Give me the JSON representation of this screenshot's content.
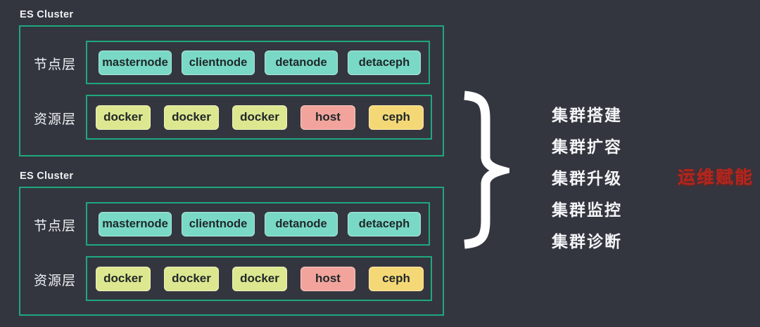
{
  "canvas": {
    "background": "#34363f",
    "frame_border_color": "#1ea87e",
    "brace_color": "#ffffff"
  },
  "colors": {
    "node_chip": "#79d9c6",
    "docker_chip": "#dde78f",
    "host_chip": "#f2a49c",
    "ceph_chip": "#f5d876",
    "chip_text": "#20282a",
    "label_text": "#eef1f3",
    "annotation_red": "#b5261d"
  },
  "clusters": [
    {
      "title": "ES Cluster",
      "node_layer": {
        "label": "节点层",
        "chips": [
          "masternode",
          "clientnode",
          "detanode",
          "detaceph"
        ]
      },
      "resource_layer": {
        "label": "资源层",
        "chips": [
          "docker",
          "docker",
          "docker",
          "host",
          "ceph"
        ]
      }
    },
    {
      "title": "ES Cluster",
      "node_layer": {
        "label": "节点层",
        "chips": [
          "masternode",
          "clientnode",
          "detanode",
          "detaceph"
        ]
      },
      "resource_layer": {
        "label": "资源层",
        "chips": [
          "docker",
          "docker",
          "docker",
          "host",
          "ceph"
        ]
      }
    }
  ],
  "capabilities": [
    "集群搭建",
    "集群扩容",
    "集群升级",
    "集群监控",
    "集群诊断"
  ],
  "annotation": "运维赋能"
}
